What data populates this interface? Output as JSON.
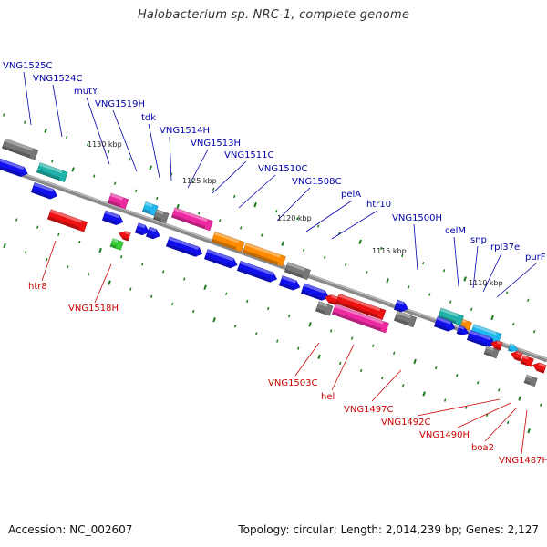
{
  "header": {
    "title": "Halobacterium sp. NRC-1, complete genome"
  },
  "footer": {
    "accession": "Accession: NC_002607",
    "summary": "Topology: circular; Length: 2,014,239 bp; Genes: 2,127"
  },
  "colors": {
    "backbone": "#8a8a8a",
    "forward_strand": "#1010ee",
    "top_label": "#0000aa",
    "bottom_label": "#cc0000",
    "feature_red": "#ee1111",
    "feature_magenta": "#ee2aa0",
    "feature_orange": "#ff8c00",
    "feature_teal": "#20b2aa",
    "feature_skyblue": "#20b8ee",
    "feature_gray": "#777777",
    "feature_green": "#33cc33",
    "tick_green": "#1a7a1a"
  },
  "scale_labels": [
    "1130 kbp",
    "1125 kbp",
    "1120 kbp",
    "1115 kbp",
    "1110 kbp"
  ],
  "top_labels": [
    "VNG1525C",
    "VNG1524C",
    "mutY",
    "VNG1519H",
    "tdk",
    "VNG1514H",
    "VNG1513H",
    "VNG1511C",
    "VNG1510C",
    "VNG1508C",
    "pelA",
    "htr10",
    "VNG1500H",
    "celM",
    "snp",
    "rpl37e",
    "purF"
  ],
  "bottom_labels": [
    "htr8",
    "VNG1518H",
    "VNG1503C",
    "hel",
    "VNG1497C",
    "VNG1492C",
    "VNG1490H",
    "boa2",
    "VNG1487H"
  ]
}
